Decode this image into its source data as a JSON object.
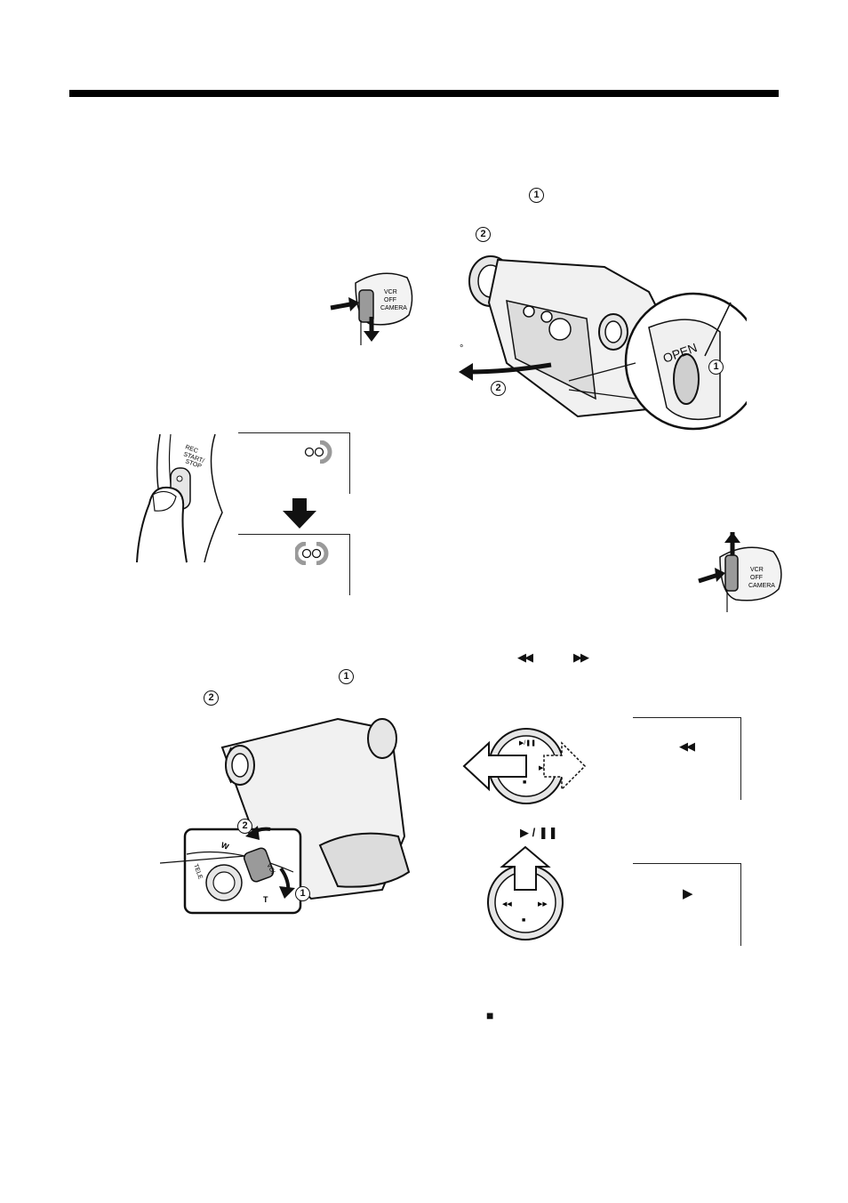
{
  "markers": {
    "one": "1",
    "two": "2",
    "dot": "°"
  },
  "dial_labels": {
    "vcr": "VCR",
    "off": "OFF",
    "camera": "CAMERA"
  },
  "rec_button": {
    "line1": "REC",
    "line2": "START/",
    "line3": "STOP"
  },
  "lcd_latch_label": "OPEN",
  "zoom_labels": {
    "w": "W",
    "t": "T",
    "vol": "VOL",
    "tele": "TELE"
  },
  "symbols": {
    "rewind": "◀◀",
    "fast_forward": "▶▶",
    "play_pause": "▶ / ❚❚",
    "play": "▶",
    "stop": "■"
  },
  "colors": {
    "ink": "#111111",
    "grey": "#9a9a9a",
    "light": "#e6e6e6"
  }
}
